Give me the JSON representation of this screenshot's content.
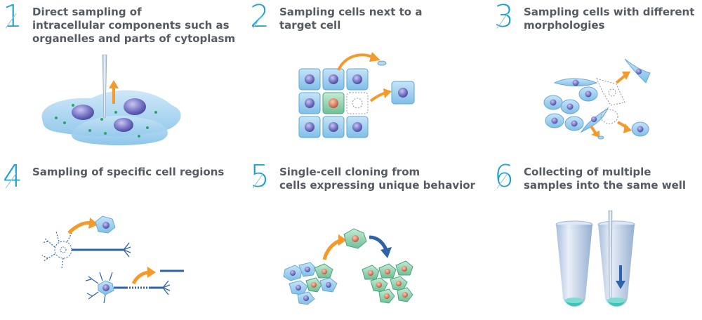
{
  "panels": [
    {
      "number": "1",
      "caption": "Direct sampling of\nintracellular components such as\norganelles and parts of cytoplasm"
    },
    {
      "number": "2",
      "caption": "Sampling cells next to a\ntarget cell"
    },
    {
      "number": "3",
      "caption": "Sampling cells with different\nmorphologies"
    },
    {
      "number": "4",
      "caption": "Sampling of specific cell regions"
    },
    {
      "number": "5",
      "caption": "Single-cell cloning from\ncells expressing unique behavior"
    },
    {
      "number": "6",
      "caption": "Collecting of multiple\nsamples into the same well"
    }
  ],
  "colors": {
    "number": "#1f9fd0",
    "caption": "#555a63",
    "arrow_orange": "#f39a2b",
    "arrow_blue": "#2f63a8",
    "cell_blue": "#8ec6ea",
    "cell_green": "#7cc7a2",
    "nucleus": "#6e6fc0"
  }
}
